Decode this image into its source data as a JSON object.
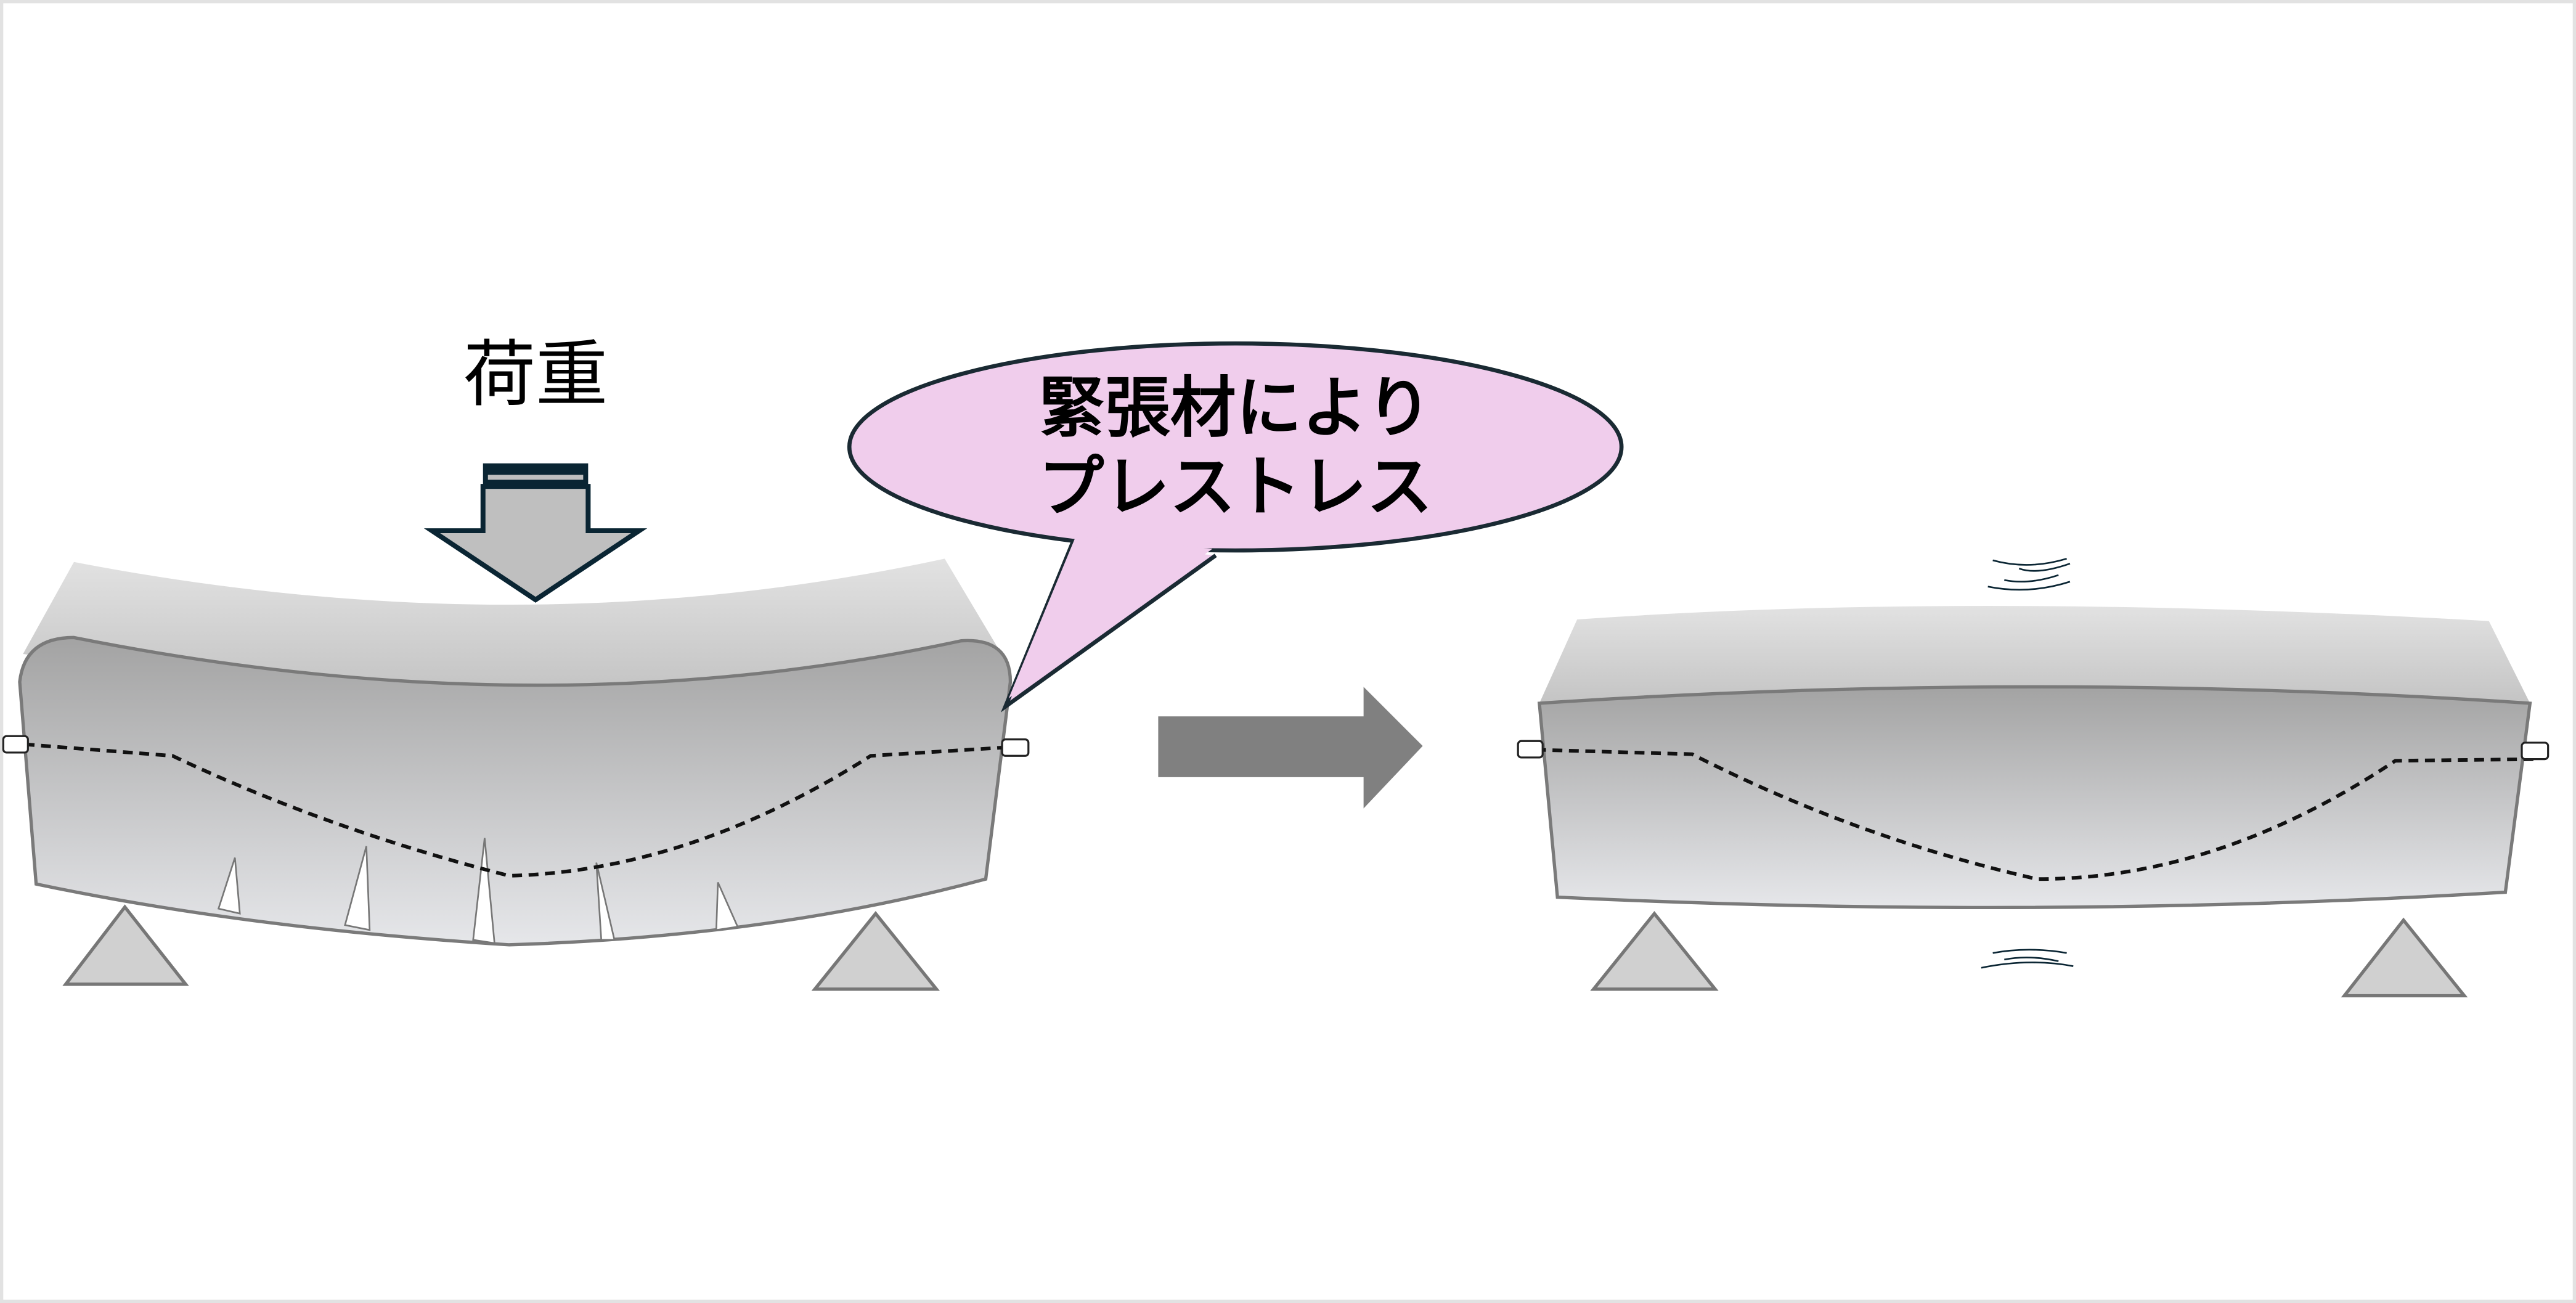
{
  "load_label": "荷重",
  "callout": {
    "line1": "緊張材により",
    "line2": "プレストレス"
  },
  "colors": {
    "callout_fill": "#f0cdec",
    "outline": "#0a2533",
    "beam_edge": "#7a7a7a",
    "arrow": "#808080"
  },
  "icons": [
    "load-arrow-icon",
    "transition-arrow-icon",
    "support-triangle-icon",
    "compression-mark-icon"
  ]
}
